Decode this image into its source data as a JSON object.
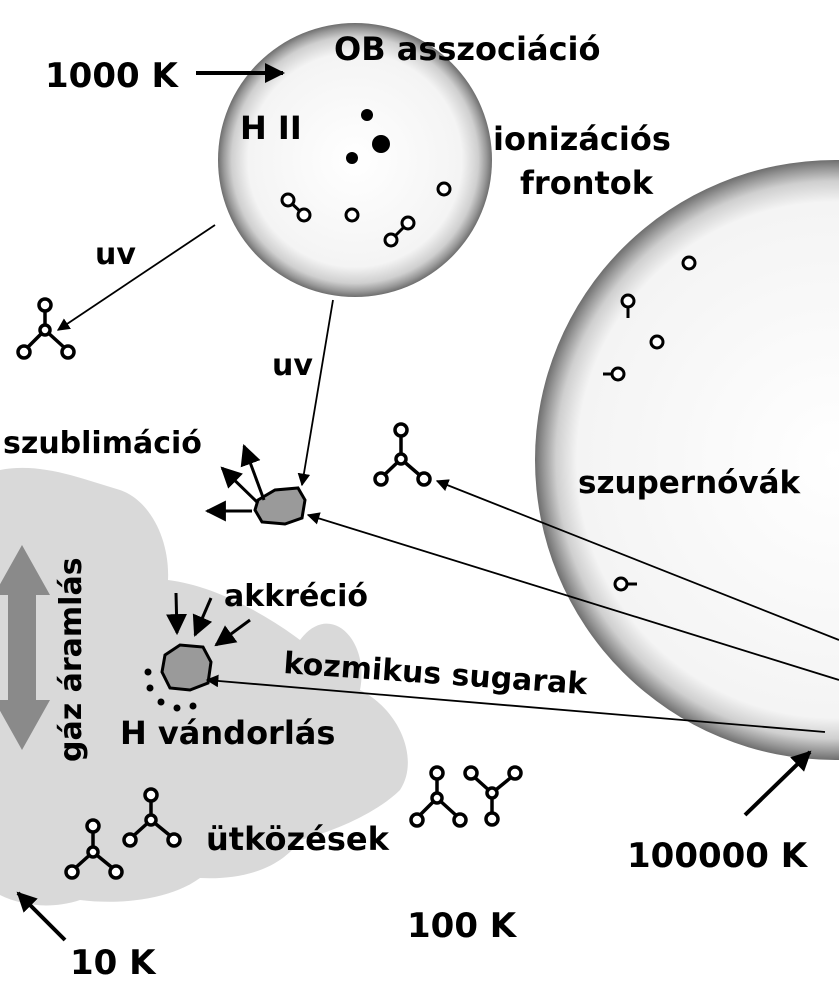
{
  "labels": {
    "temp_1000k": "1000 K",
    "ob_association": "OB asszociáció",
    "h2_region": "H II",
    "ionization_fronts_line1": "ionizációs",
    "ionization_fronts_line2": "frontok",
    "uv_left": "uv",
    "uv_center": "uv",
    "sublimation": "szublimáció",
    "supernovae": "szupernóvák",
    "gas_flow": "gáz áramlás",
    "accretion": "akkréció",
    "cosmic_rays": "kozmikus sugarak",
    "h_migration": "H vándorlás",
    "collisions": "ütközések",
    "temp_100k": "100 K",
    "temp_10k": "10 K",
    "temp_100000k": "100000 K"
  },
  "colors": {
    "sphere_rim": "#8c8c8c",
    "sphere_inner": "#f2f2f2",
    "cloud": "#d9d9d9",
    "grain": "#9a9a9a",
    "flow_arrow": "#8a8a8a",
    "ink": "#000000"
  }
}
